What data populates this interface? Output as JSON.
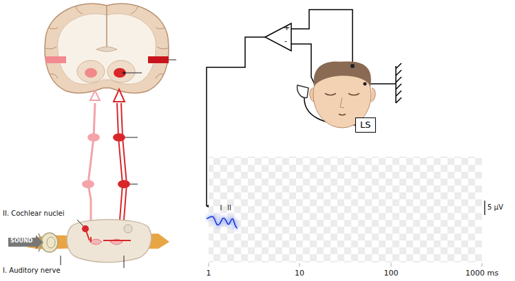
{
  "diagram": {
    "nodes": [
      {
        "text": [
          "SOUND"
        ]
      },
      {
        "text": [
          "+",
          "-"
        ]
      },
      {
        "text": [
          "LS"
        ]
      }
    ],
    "labels": [
      "II. Cochlear nuclei",
      "I. Auditory nerve",
      "I",
      "II",
      "1",
      "10",
      "100",
      "1000 ms",
      "5 µV"
    ]
  }
}
